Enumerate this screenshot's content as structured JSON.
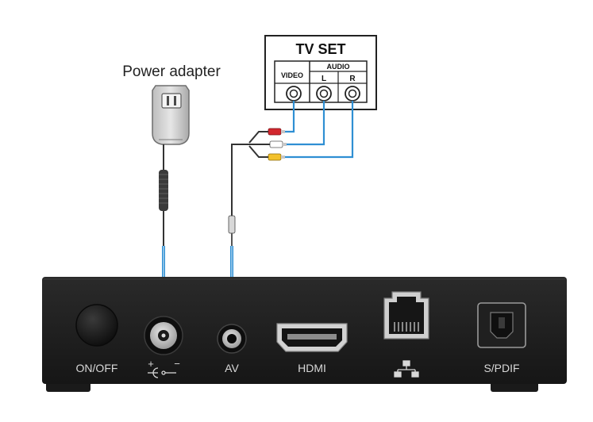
{
  "adapter": {
    "label": "Power adapter"
  },
  "tv": {
    "title": "TV SET",
    "video_label": "VIDEO",
    "audio_label": "AUDIO",
    "left_label": "L",
    "right_label": "R"
  },
  "ports": {
    "onoff_label": "ON/OFF",
    "dc_plus": "+",
    "dc_minus": "−",
    "av_label": "AV",
    "hdmi_label": "HDMI",
    "spdif_label": "S/PDIF"
  },
  "colors": {
    "cable_blue": "#2f8fd3",
    "device_body": "#1f1f1f",
    "port_label": "#d8d8d8",
    "plug_red": "#d2272e",
    "plug_white": "#ffffff",
    "plug_yellow": "#f3c12b"
  }
}
